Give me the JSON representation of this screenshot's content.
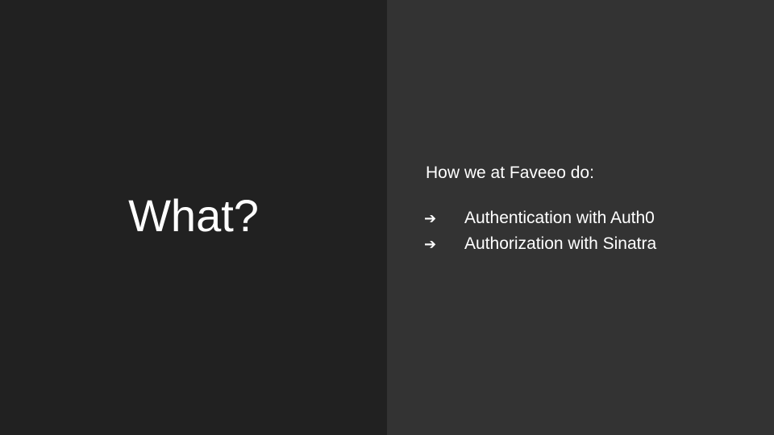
{
  "slide": {
    "title": "What?",
    "intro": "How we at Faveeo do:",
    "bullets": [
      {
        "icon": "arrow-right-icon",
        "glyph": "➔",
        "text": "Authentication with Auth0"
      },
      {
        "icon": "arrow-right-icon",
        "glyph": "➔",
        "text": "Authorization with Sinatra"
      }
    ]
  },
  "colors": {
    "left_background": "#212121",
    "right_background": "#333333",
    "text": "#ffffff"
  }
}
